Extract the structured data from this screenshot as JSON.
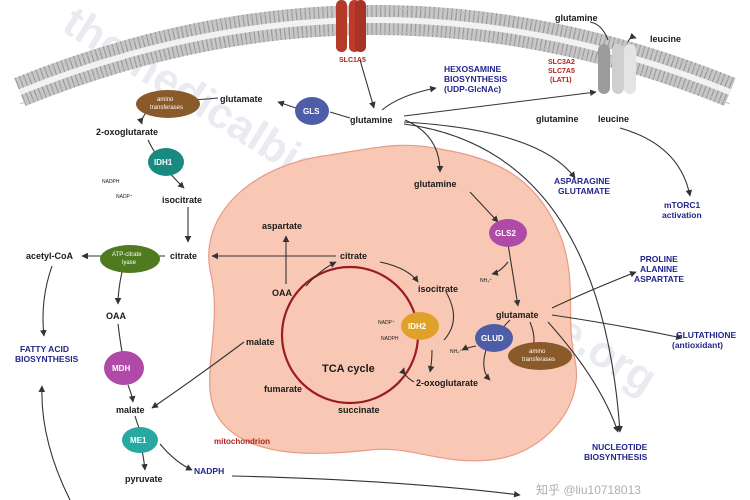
{
  "colors": {
    "mitochondrion": "#f8c8b4",
    "mito_edge": "#e89a86",
    "tca_ring": "#9a1b22",
    "membrane": "#bfbfbf",
    "slc1a5": "#c0392b",
    "text_blue": "#22268a",
    "text_red": "#b3211b"
  },
  "watermark": {
    "main": "themedicalbiochemistrypage.org",
    "corner": "知乎 @liu10718013"
  },
  "transporters": {
    "slc1a5": "SLC1A5",
    "lat1": [
      "SLC3A2",
      "SLC7A5",
      "(LAT1)"
    ]
  },
  "extracellular": {
    "glutamine": "glutamine",
    "leucine": "leucine"
  },
  "enzymes": {
    "gls": "GLS",
    "amino_transferases_left": [
      "amino",
      "transferases"
    ],
    "idh1": "IDH1",
    "atp_citrate_lyase": [
      "ATP-citrate",
      "lyase"
    ],
    "mdh": "MDH",
    "me1": "ME1",
    "gls2": "GLS2",
    "idh2": "IDH2",
    "glud": "GLUD",
    "amino_transferases_right": [
      "amino",
      "transferases"
    ]
  },
  "metabolites": {
    "glutamate_cyto": "glutamate",
    "glutamine_cyto": "glutamine",
    "oxoglutarate_cyto": "2-oxoglutarate",
    "nadph_idh1": "NADPH",
    "nadp_idh1": "NADP⁺",
    "isocitrate_cyto": "isocitrate",
    "citrate_cyto": "citrate",
    "acetyl_coa": "acetyl-CoA",
    "oaa_cyto": "OAA",
    "malate_cyto": "malate",
    "pyruvate": "pyruvate",
    "nadph_me1": "NADPH",
    "leucine_in": "leucine",
    "glutamine_in": "glutamine",
    "aspartate_mito": "aspartate",
    "citrate_mito": "citrate",
    "oaa_mito": "OAA",
    "isocitrate_mito": "isocitrate",
    "malate_mito": "malate",
    "fumarate": "fumarate",
    "succinate": "succinate",
    "oxoglutarate_mito": "2-oxoglutarate",
    "glutamine_mito": "glutamine",
    "glutamate_mito": "glutamate",
    "nh4_gls2": "NH₄⁺",
    "nh4_glud": "NH₄⁺",
    "nadp_idh2": "NADP⁺",
    "nadph_idh2": "NADPH"
  },
  "tca_label": "TCA cycle",
  "mitochondrion_label": "mitochondrion",
  "outputs": {
    "hexosamine": [
      "HEXOSAMINE",
      "BIOSYNTHESIS",
      "(UDP-GlcNAc)"
    ],
    "asparagine": [
      "ASPARAGINE",
      "GLUTAMATE"
    ],
    "mtorc1": [
      "mTORC1",
      "activation"
    ],
    "proline": [
      "PROLINE",
      "ALANINE",
      "ASPARTATE"
    ],
    "glutathione": [
      "GLUTATHIONE",
      "(antioxidant)"
    ],
    "nucleotide": [
      "NUCLEOTIDE",
      "BIOSYNTHESIS"
    ],
    "fatty_acid": [
      "FATTY ACID",
      "BIOSYNTHESIS"
    ]
  }
}
